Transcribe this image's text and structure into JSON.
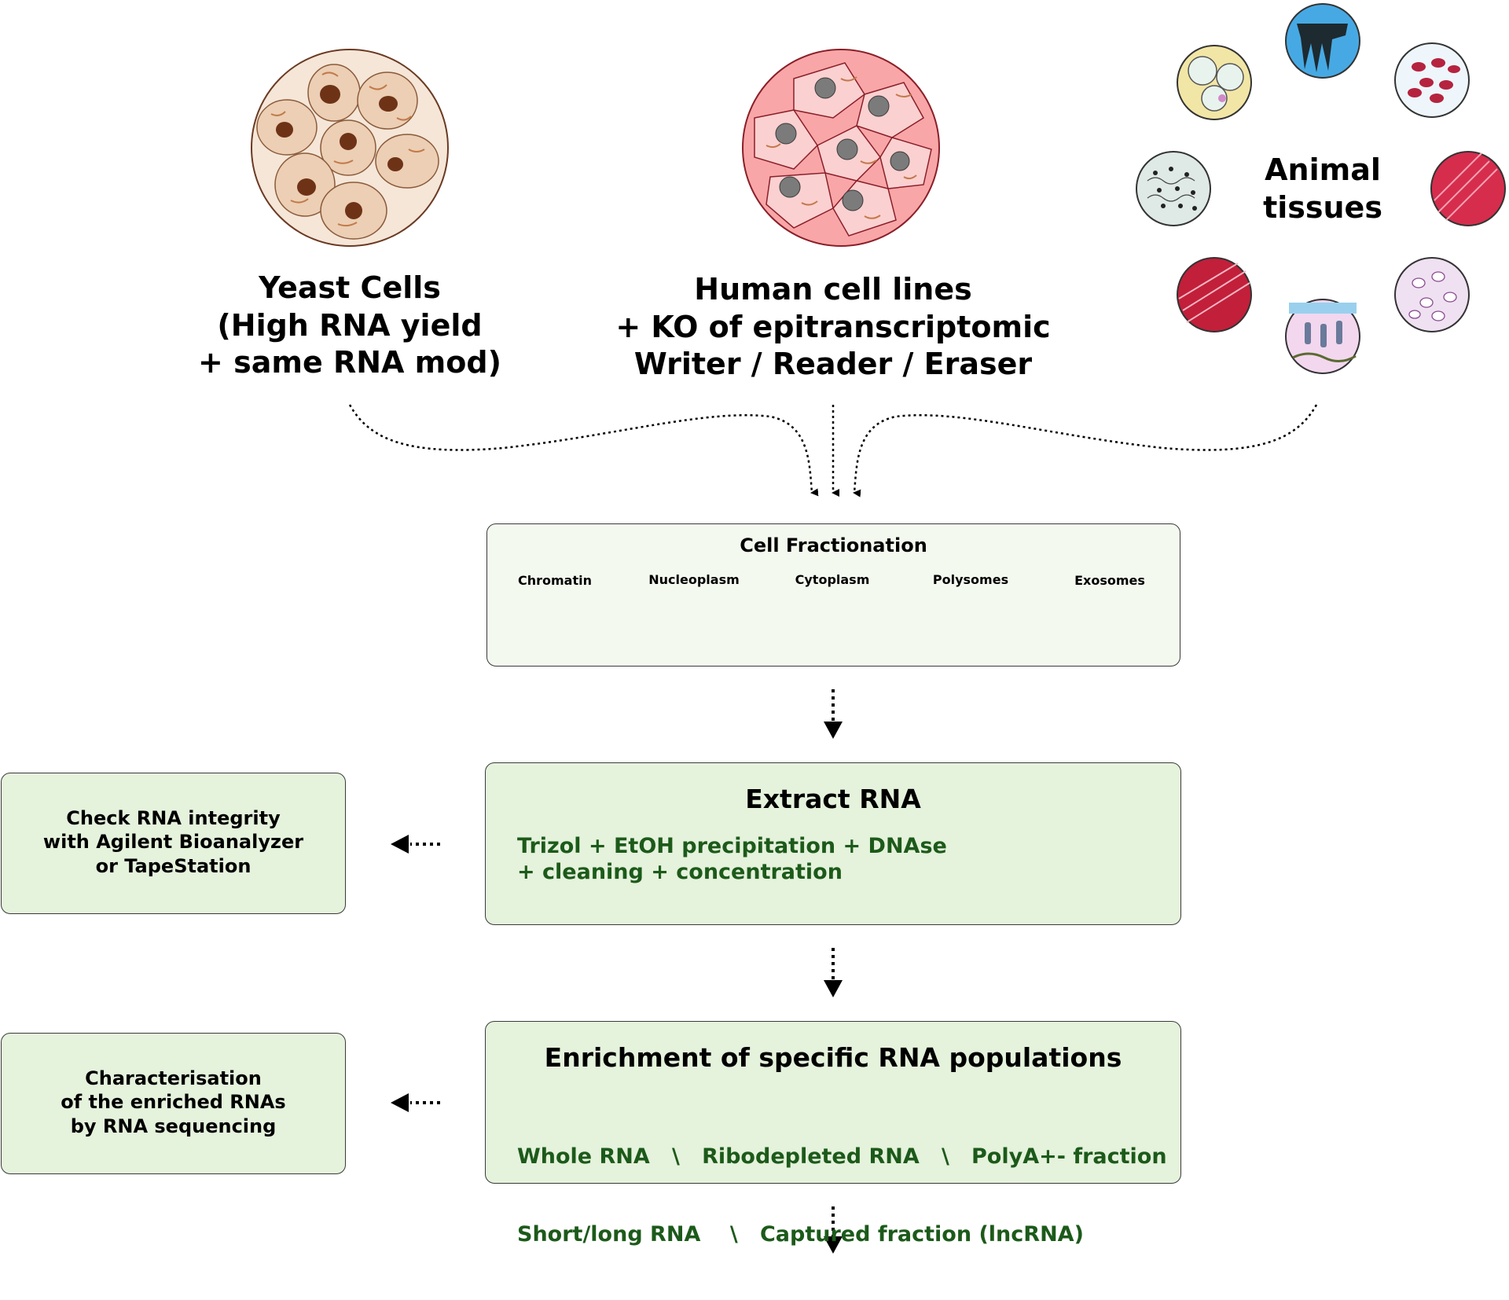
{
  "sources": {
    "yeast": {
      "lines": [
        "Yeast Cells",
        "(High RNA yield",
        "+ same RNA mod)"
      ],
      "icon": "yeast-cells-icon",
      "fill": "#f5e6d8",
      "cell_color": "#eccfb4",
      "nucleus_color": "#6e3316"
    },
    "human": {
      "lines": [
        "Human cell lines",
        "+ KO of epitranscriptomic",
        "Writer / Reader / Eraser"
      ],
      "icon": "human-cells-icon",
      "fill": "#f9a6a8",
      "cell_color": "#fbd0d0",
      "nucleus_color": "#7b7b7b"
    },
    "animal": {
      "lines": [
        "Animal",
        "tissues"
      ],
      "tissue_icons": [
        "adipose-tissue-icon",
        "epithelium-tissue-icon",
        "blood-cells-icon",
        "smooth-muscle-icon",
        "glandular-tissue-icon",
        "ciliated-epithelium-icon",
        "cardiac-muscle-icon",
        "bone-tissue-icon"
      ]
    }
  },
  "fractionation": {
    "title": "Cell Fractionation",
    "fractions": [
      {
        "label": "Chromatin",
        "color": "#f59aa0"
      },
      {
        "label": "Nucleoplasm",
        "color": "#f9bf9a"
      },
      {
        "label": "Cytoplasm",
        "color": "#d6e0a0"
      },
      {
        "label": "Polysomes",
        "color": "#a8d3ec"
      },
      {
        "label": "Exosomes",
        "color": "#ffffff"
      }
    ]
  },
  "extract": {
    "title": "Extract RNA",
    "lines": [
      "Trizol + EtOH precipitation + DNAse",
      "+ cleaning + concentration"
    ]
  },
  "integrity": {
    "lines": [
      "Check RNA integrity",
      "with Agilent Bioanalyzer",
      "or TapeStation"
    ]
  },
  "enrichment": {
    "title": "Enrichment of specific RNA populations",
    "lines": [
      "Whole RNA   \\   Ribodepleted RNA   \\   PolyA+- fraction",
      "Short/long RNA    \\   Captured fraction (lncRNA)"
    ]
  },
  "characterisation": {
    "lines": [
      "Characterisation",
      "of the enriched RNAs",
      "by RNA sequencing"
    ]
  },
  "colors": {
    "box_fill": "#e5f2dc",
    "frac_box_fill": "#f4f9ef",
    "detail_text": "#1c5a1a",
    "border": "#3a3a3a"
  }
}
